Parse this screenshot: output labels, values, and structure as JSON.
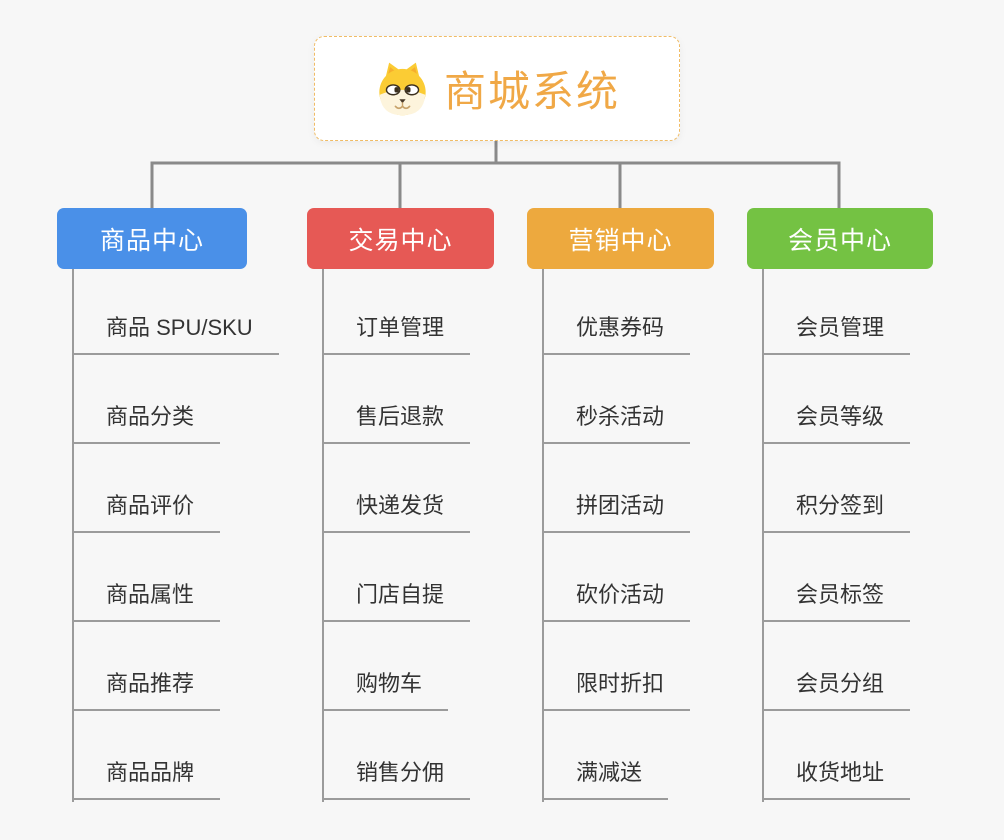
{
  "root": {
    "title": "商城系统",
    "icon": "dog-logo-icon"
  },
  "branches": [
    {
      "label": "商品中心",
      "color": "#4A90E8",
      "items": [
        "商品 SPU/SKU",
        "商品分类",
        "商品评价",
        "商品属性",
        "商品推荐",
        "商品品牌"
      ]
    },
    {
      "label": "交易中心",
      "color": "#E65955",
      "items": [
        "订单管理",
        "售后退款",
        "快递发货",
        "门店自提",
        "购物车",
        "销售分佣"
      ]
    },
    {
      "label": "营销中心",
      "color": "#EDA93E",
      "items": [
        "优惠券码",
        "秒杀活动",
        "拼团活动",
        "砍价活动",
        "限时折扣",
        "满减送"
      ]
    },
    {
      "label": "会员中心",
      "color": "#74C243",
      "items": [
        "会员管理",
        "会员等级",
        "积分签到",
        "会员标签",
        "会员分组",
        "收货地址"
      ]
    }
  ],
  "colors": {
    "background": "#F7F7F7",
    "connector": "#8A8A8A",
    "underline": "#9B9B9B",
    "item_text": "#333333",
    "root_border": "#F0BC66",
    "root_text": "#F0A846"
  }
}
